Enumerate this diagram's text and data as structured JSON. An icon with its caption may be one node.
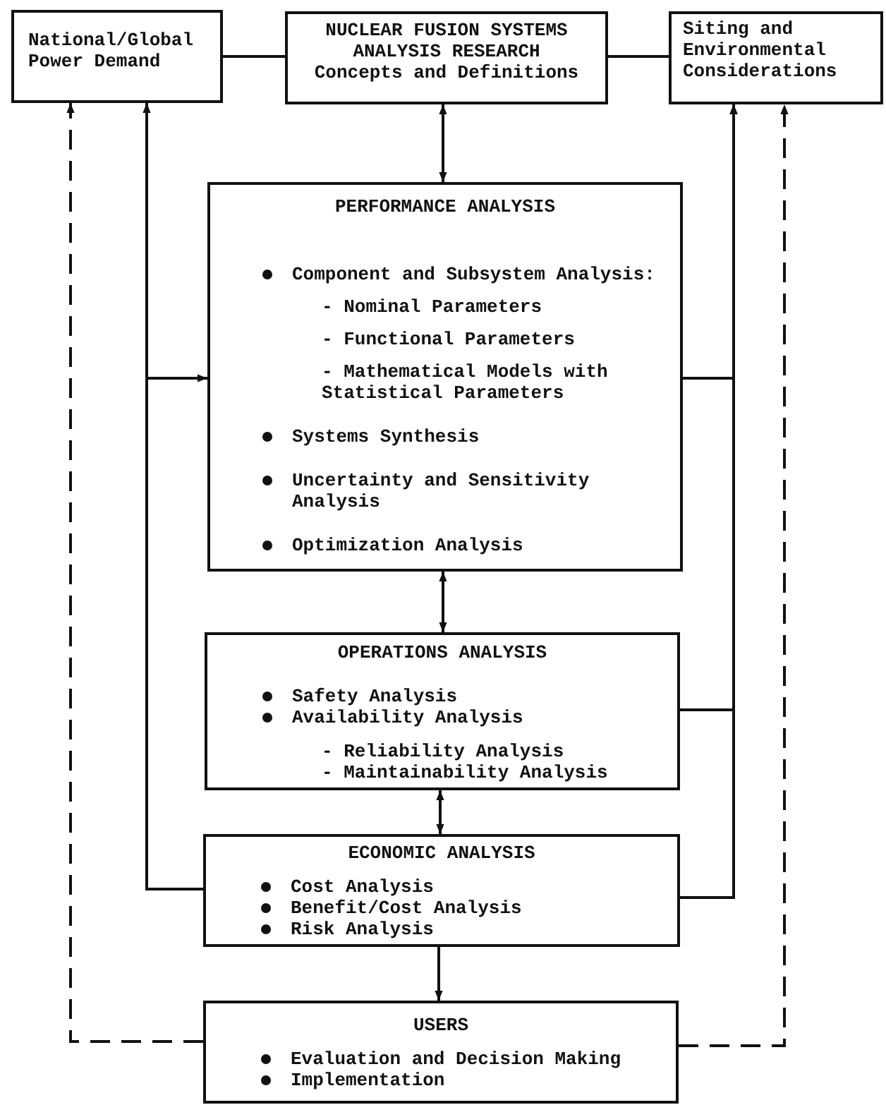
{
  "diagram": {
    "nodes": [
      {
        "text": [
          "National/Global Power Demand"
        ]
      },
      {
        "text": [
          "NUCLEAR FUSION SYSTEMS ANALYSIS RESEARCH",
          "Concepts and Definitions"
        ]
      },
      {
        "text": [
          "Siting and Environmental Considerations"
        ]
      },
      {
        "text": [
          "PERFORMANCE ANALYSIS",
          "Component and Subsystem Analysis:",
          "- Nominal Parameters",
          "- Functional Parameters",
          "- Mathematical Models with Statistical Parameters",
          "Systems Synthesis",
          "Uncertainty and Sensitivity Analysis",
          "Optimization Analysis"
        ]
      },
      {
        "text": [
          "OPERATIONS ANALYSIS",
          "Safety Analysis",
          "Availability Analysis",
          "- Reliability Analysis",
          "- Maintainability Analysis"
        ]
      },
      {
        "text": [
          "ECONOMIC ANALYSIS",
          "Cost Analysis",
          "Benefit/Cost Analysis",
          "Risk Analysis"
        ]
      },
      {
        "text": [
          "USERS",
          "Evaluation and Decision Making",
          "Implementation"
        ]
      }
    ],
    "edges": [
      {
        "from": 0,
        "to": 1,
        "arrow": "none"
      },
      {
        "from": 1,
        "to": 2,
        "arrow": "none"
      },
      {
        "from": 1,
        "to": 3,
        "arrow": "both"
      },
      {
        "from": 5,
        "to": 0,
        "arrow": "to"
      },
      {
        "from": 5,
        "to": 3,
        "arrow": "to"
      },
      {
        "from": 3,
        "to": 2,
        "arrow": "to"
      },
      {
        "from": 4,
        "to": 2,
        "arrow": "to"
      },
      {
        "from": 5,
        "to": 2,
        "arrow": "to"
      },
      {
        "from": 6,
        "to": 0,
        "arrow": "to",
        "style": "dashed"
      },
      {
        "from": 6,
        "to": 2,
        "arrow": "to",
        "style": "dashed"
      },
      {
        "from": 3,
        "to": 4,
        "arrow": "both"
      },
      {
        "from": 4,
        "to": 5,
        "arrow": "both"
      },
      {
        "from": 5,
        "to": 6,
        "arrow": "to"
      }
    ]
  }
}
